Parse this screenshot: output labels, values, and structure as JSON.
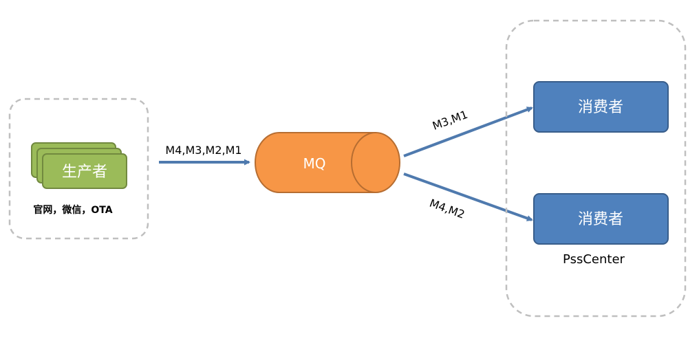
{
  "producer": {
    "label": "生产者",
    "caption": "官网，微信，OTA"
  },
  "queue": {
    "label": "MQ"
  },
  "consumers": [
    {
      "label": "消费者"
    },
    {
      "label": "消费者"
    }
  ],
  "consumer_group": {
    "label": "PssCenter"
  },
  "edges": {
    "producer_to_queue": "M4,M3,M2,M1",
    "queue_to_consumer_top": "M3,M1",
    "queue_to_consumer_bottom": "M4,M2"
  },
  "colors": {
    "producer_fill": "#9BBB59",
    "producer_border": "#71893F",
    "queue_fill": "#F79646",
    "queue_border": "#B66D31",
    "consumer_fill": "#4F81BD",
    "consumer_border": "#385D8A",
    "arrow": "#4F7AAE",
    "dashed_group": "#BFBFBF"
  }
}
